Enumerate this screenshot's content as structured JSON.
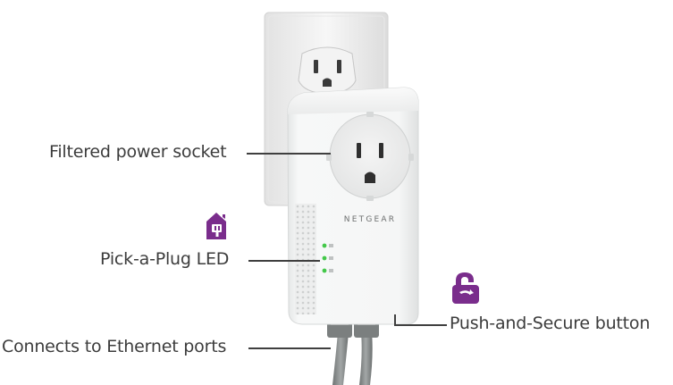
{
  "product": {
    "brand": "NETGEAR",
    "device_color": "#f4f5f5",
    "wall_plate_color": "#f1f1f1",
    "led_color": "#43c84a",
    "cable_color": "#8c9090"
  },
  "callouts": {
    "socket_label": "Filtered power socket",
    "led_label": "Pick-a-Plug LED",
    "ethernet_label": "Connects to Ethernet ports",
    "button_label": "Push-and-Secure button"
  },
  "icons": {
    "led_icon": "home-plug-icon",
    "button_icon": "padlock-icon",
    "icon_color": "#7a2d8c"
  }
}
